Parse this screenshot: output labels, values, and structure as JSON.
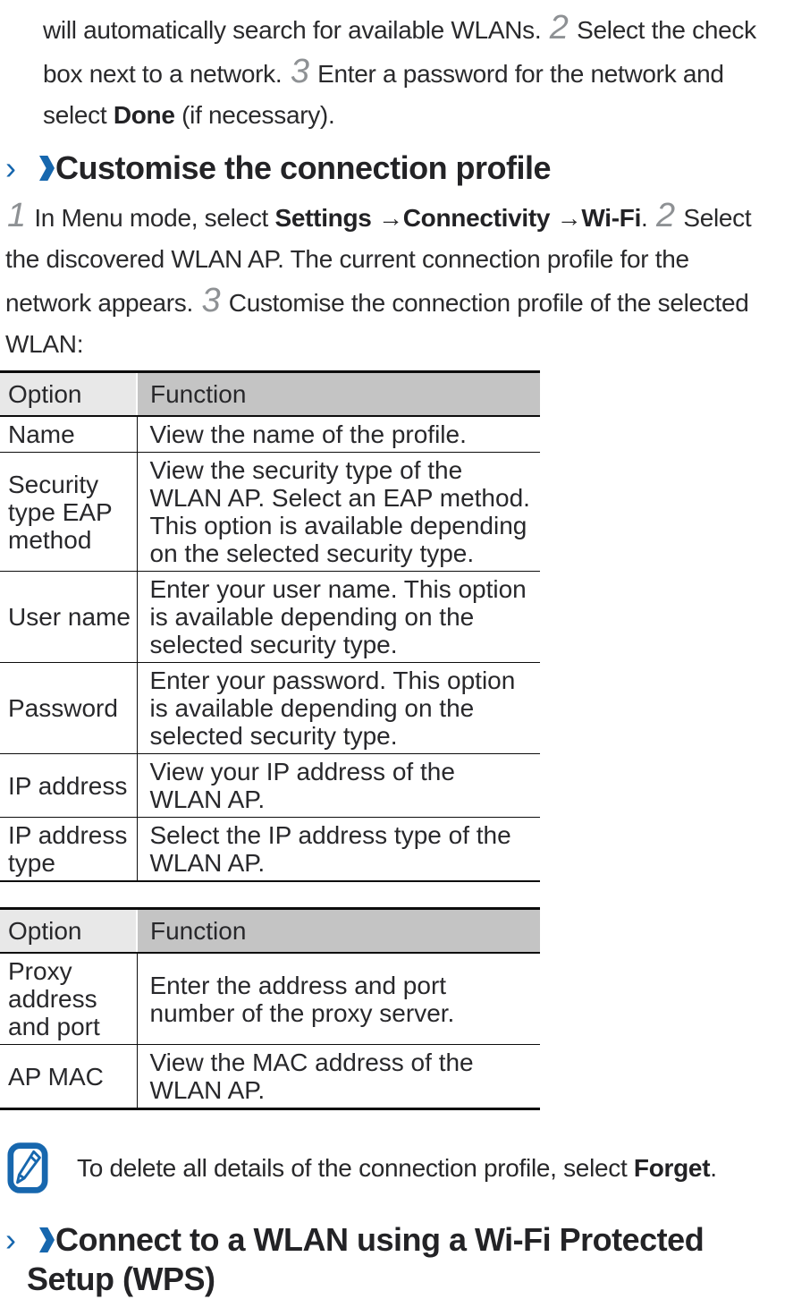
{
  "colors": {
    "accent_blue": "#1767ae",
    "step_number_gray": "#8e9194",
    "table_header_option_bg": "#e8e8e8",
    "table_header_function_bg": "#c4c4c4",
    "text": "#28282a"
  },
  "intro_paragraph": {
    "segments": [
      {
        "t": "will automatically search for available WLANs. ",
        "s": "body"
      },
      {
        "t": "2",
        "s": "step"
      },
      {
        "t": " Select the check box next to a network. ",
        "s": "body"
      },
      {
        "t": "3",
        "s": "step"
      },
      {
        "t": " Enter a password for the network and select ",
        "s": "body"
      },
      {
        "t": "Done",
        "s": "bold"
      },
      {
        "t": " (if necessary).",
        "s": "body"
      }
    ]
  },
  "headings": {
    "customise": {
      "marker": "›",
      "label": "Customise the connection profile"
    },
    "wps": {
      "marker": "›",
      "label": "Connect to a WLAN using a Wi-Fi Protected Setup (WPS)"
    }
  },
  "steps_paragraph": {
    "segments": [
      {
        "t": "1",
        "s": "step"
      },
      {
        "t": " In Menu mode, select ",
        "s": "body"
      },
      {
        "t": "Settings",
        "s": "bold"
      },
      {
        "t": " →",
        "s": "body"
      },
      {
        "t": "Connectivity",
        "s": "bold"
      },
      {
        "t": " →",
        "s": "body"
      },
      {
        "t": "Wi-Fi",
        "s": "bold"
      },
      {
        "t": ". ",
        "s": "body"
      },
      {
        "t": "2",
        "s": "step"
      },
      {
        "t": " Select the discovered WLAN AP. The current connection profile for the network appears. ",
        "s": "body"
      },
      {
        "t": "3",
        "s": "step"
      },
      {
        "t": " Customise the connection profile of the selected WLAN:",
        "s": "body"
      }
    ]
  },
  "tables": [
    {
      "headers": [
        "Option",
        "Function"
      ],
      "rows": [
        [
          "Name",
          "View the name of the profile."
        ],
        [
          "Security type EAP method",
          "View the security type of the WLAN AP. Select an EAP method. This option is available depending on the selected security type."
        ],
        [
          "User name",
          "Enter your user name. This option is available depending on the selected security type."
        ],
        [
          "Password",
          "Enter your password. This option is available depending on the selected security type."
        ],
        [
          "IP address",
          "View your IP address of the WLAN AP."
        ],
        [
          "IP address type",
          "Select the IP address type of the WLAN AP."
        ]
      ]
    },
    {
      "headers": [
        "Option",
        "Function"
      ],
      "rows": [
        [
          "Proxy address and port",
          "Enter the address and port number of the proxy server."
        ],
        [
          "AP MAC",
          "View the MAC address of the WLAN AP."
        ]
      ]
    }
  ],
  "note": {
    "icon": "note-pencil-icon",
    "segments": [
      {
        "t": "To delete all details of the connection profile, select ",
        "s": "body"
      },
      {
        "t": "Forget",
        "s": "bold"
      },
      {
        "t": ".",
        "s": "body"
      }
    ]
  }
}
